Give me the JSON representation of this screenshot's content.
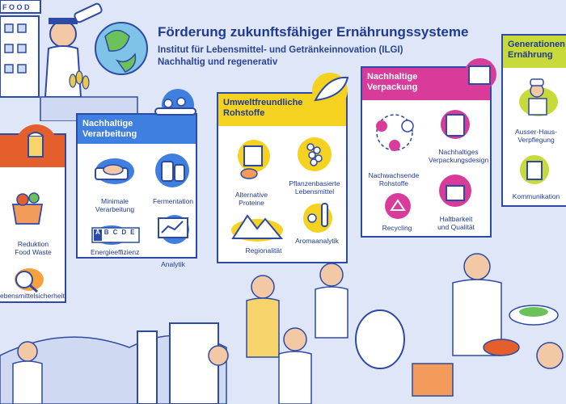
{
  "header": {
    "title": "Förderung zukunftsfähiger Ernährungssysteme",
    "institute": "Institut für Lebensmittel- und Getränkeinnovation (ILGI)",
    "tagline": "Nachhaltig und regenerativ"
  },
  "cards": {
    "left": {
      "items": [
        "Reduktion\nFood Waste",
        "ebensmittelsicherheit"
      ]
    },
    "verarbeitung": {
      "title": "Nachhaltige\nVerarbeitung",
      "items": [
        "Minimale\nVerarbeitung",
        "Fermentation",
        "Energieeffizienz",
        "Analytik"
      ]
    },
    "rohstoffe": {
      "title": "Umweltfreundliche\nRohstoffe",
      "items": [
        "Alternative\nProteine",
        "Pflanzenbasierte\nLebensmittel",
        "Regionalität",
        "Aromaanalytik"
      ]
    },
    "verpackung": {
      "title": "Nachhaltige\nVerpackung",
      "items": [
        "Nachwachsende\nRohstoffe",
        "Nachhaltiges\nVerpackungsdesign",
        "Recycling",
        "Haltbarkeit\nund Qualität"
      ]
    },
    "generationen": {
      "title": "Generationen\nErnährung",
      "items": [
        "Ausser-Haus-\nVerpflegung",
        "Kommunikation"
      ]
    }
  },
  "energy_letters": [
    "A",
    "B",
    "C",
    "D",
    "E"
  ],
  "colors": {
    "background": "#dfe6f7",
    "navy": "#2d4aa6",
    "blue_header": "#3f7fe0",
    "yellow_header": "#f4d21f",
    "magenta_header": "#d93b9a",
    "green_header": "#c8d93a",
    "orange_header": "#e45f2b"
  },
  "icons": [
    "building-icon",
    "telescope-icon",
    "graduate-icon",
    "globe-icon",
    "wheat-icon",
    "conveyor-icon",
    "leaf-icon",
    "beer-icon",
    "chef-icon",
    "people-scene"
  ]
}
